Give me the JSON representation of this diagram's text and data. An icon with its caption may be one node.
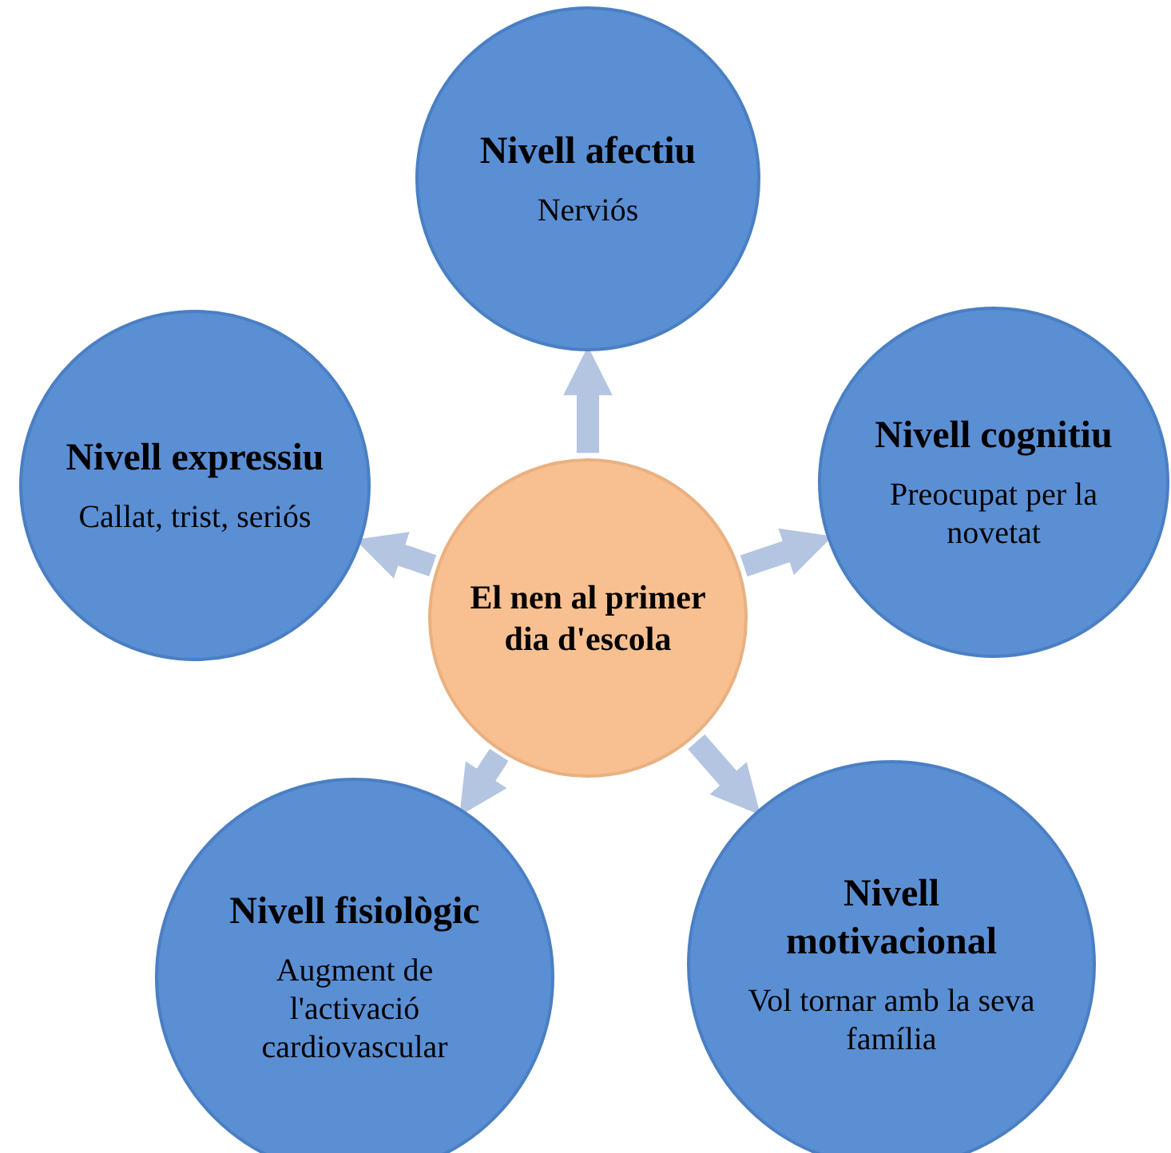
{
  "diagram": {
    "nodes": [
      {
        "text": [
          "El nen al primer dia d'escola"
        ]
      },
      {
        "text": [
          "Nivell afectiu",
          "Nerviós"
        ]
      },
      {
        "text": [
          "Nivell cognitiu",
          "Preocupat per la novetat"
        ]
      },
      {
        "text": [
          "Nivell motivacional",
          "Vol tornar amb la seva família"
        ]
      },
      {
        "text": [
          "Nivell fisiològic",
          "Augment de l'activació cardiovascular"
        ]
      },
      {
        "text": [
          "Nivell expressiu",
          "Callat, trist, seriós"
        ]
      }
    ],
    "edges": [
      {
        "from": 0,
        "to": 1,
        "arrow": "to"
      },
      {
        "from": 0,
        "to": 2,
        "arrow": "to"
      },
      {
        "from": 0,
        "to": 3,
        "arrow": "to"
      },
      {
        "from": 0,
        "to": 4,
        "arrow": "to"
      },
      {
        "from": 0,
        "to": 5,
        "arrow": "to"
      }
    ]
  }
}
